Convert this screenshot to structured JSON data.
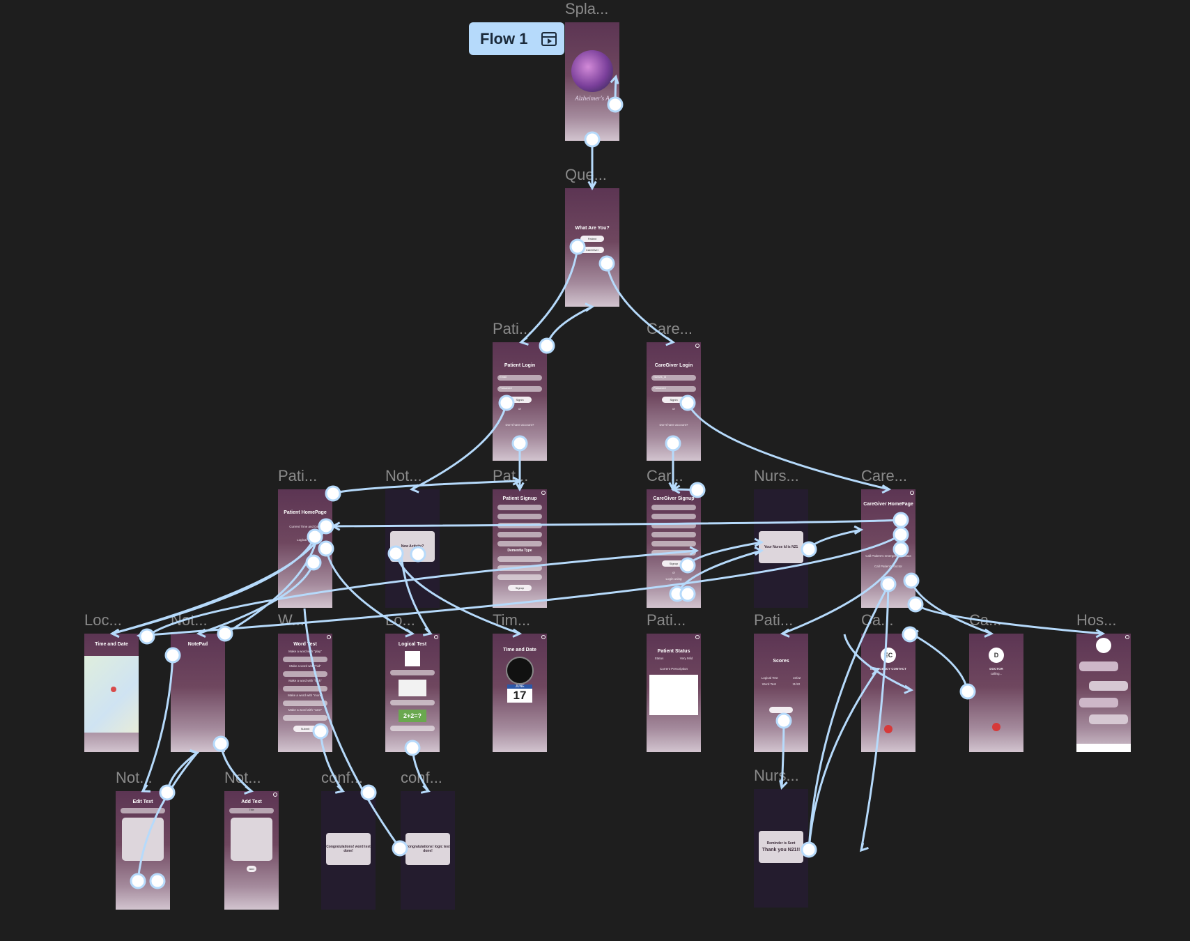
{
  "flow": {
    "label": "Flow 1"
  },
  "frames": {
    "splash": {
      "title": "Spla...",
      "logo_text": "Alzheimer's A"
    },
    "question": {
      "title": "Que...",
      "heading": "What Are You?",
      "btn1": "Patient",
      "btn2": "CareGiver"
    },
    "patient_login": {
      "title": "Pati...",
      "heading": "Patient Login",
      "field1": "Email",
      "field2": "Password",
      "btn": "Signin",
      "or": "or",
      "footer": "Don't have account?"
    },
    "caregiver_login": {
      "title": "Care...",
      "heading": "CareGiver Login",
      "field1": "Nurses_id",
      "field2": "Password",
      "btn": "Signin",
      "or": "or",
      "footer": "Don't have account?"
    },
    "patient_home": {
      "title": "Pati...",
      "heading": "Patient HomePage",
      "item1": "Current Time and Date",
      "item2": "Logical Test"
    },
    "notify_activity": {
      "title": "Not...",
      "card": "New Activity?"
    },
    "patient_signup": {
      "title": "Pat...",
      "heading": "Patient Signup",
      "section": "Dementia Type",
      "btn": "Signup"
    },
    "caregiver_signup": {
      "title": "Car...",
      "heading": "CareGiver Signup",
      "btn": "Signup",
      "or": "or",
      "footer": "Login using"
    },
    "nurse_id": {
      "title": "Nurs...",
      "card": "Your Nurse Id is N21"
    },
    "caregiver_home": {
      "title": "Care...",
      "heading": "CareGiver HomePage",
      "item1": "Call Patient's emergency contact",
      "item2": "Call Patient's doctor"
    },
    "location": {
      "title": "Loc...",
      "heading": "Time and Date"
    },
    "notepad": {
      "title": "Not...",
      "heading": "NotePad"
    },
    "word_test": {
      "title": "W...",
      "heading": "Word Test",
      "q1": "Make a word with \"play\"",
      "q2": "Make a word with \"hid\"",
      "q3": "Make a word with \"luck\"",
      "q4": "Make a word with \"more\"",
      "q5": "Make a word with \"care\"",
      "btn": "Submit"
    },
    "logical_test": {
      "title": "Lo...",
      "heading": "Logical Test",
      "math": "2+2=?"
    },
    "time_date": {
      "title": "Tim...",
      "heading": "Time and Date",
      "month": "JUNE",
      "day": "17"
    },
    "patient_status": {
      "title": "Pati...",
      "heading": "Patient Status",
      "status_label": "Status",
      "status_value": "Very Mild",
      "presc": "Current Prescription"
    },
    "scores": {
      "title": "Pati...",
      "heading": "Scores",
      "logical_label": "Logical Test",
      "logical_value": "10/22",
      "word_label": "Word Test",
      "word_value": "11/22"
    },
    "call_emergency": {
      "title": "Ca...",
      "avatar": "EC",
      "label": "EMERGENCY CONTACT"
    },
    "call_doctor": {
      "title": "Ca...",
      "avatar": "D",
      "label": "DOCTOR",
      "sub": "calling..."
    },
    "chat": {
      "title": "Hos..."
    },
    "edit_text": {
      "title": "Not...",
      "heading": "Edit Text"
    },
    "add_text": {
      "title": "Not...",
      "heading": "Add Text",
      "field": "Title",
      "btn": "Add"
    },
    "congrats_word": {
      "title": "conf...",
      "card": "Congratulations! word test done!"
    },
    "congrats_logic": {
      "title": "conf...",
      "card": "Congratulations! logic test done!"
    },
    "reminder": {
      "title": "Nurs...",
      "line1": "Reminder is Sent",
      "line2": "Thank you N21!!"
    }
  },
  "colors": {
    "canvas": "#1e1e1e",
    "wire": "#b6dafb",
    "chip": "#b6dafb",
    "frame_top": "#5c3553",
    "frame_bottom": "#d2c4cf"
  }
}
